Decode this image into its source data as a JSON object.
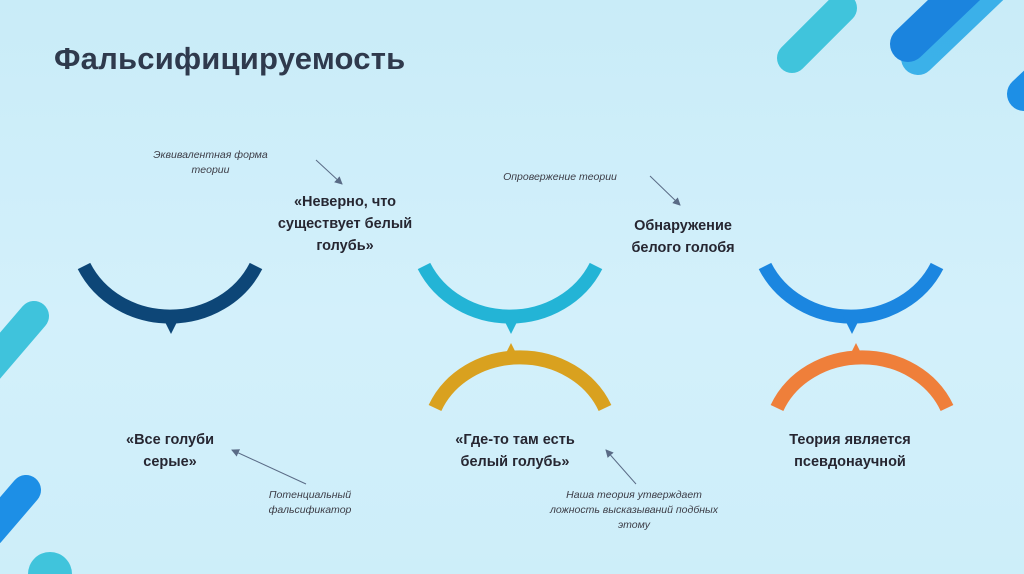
{
  "title": "Фальсифицируемость",
  "colors": {
    "arc_dark_blue": "#0d4677",
    "arc_teal": "#23b4d6",
    "arc_blue": "#1b86e0",
    "arc_gold": "#d9a11f",
    "arc_orange": "#ef7f3a",
    "deco_blue": "#1d8fe6",
    "deco_cyan": "#3fc3dc"
  },
  "statements": {
    "not_exists": "«Неверно, что существует белый голубь»",
    "discovery": "Обнаружение белого голобя",
    "all_grey": "«Все голуби серые»",
    "somewhere": "«Где-то там есть белый голубь»",
    "pseudo": "Теория является псевдонаучной"
  },
  "annotations": {
    "equivalent": "Эквивалентная форма теории",
    "refutation": "Опровержение теории",
    "potential": "Потенциальный фальсификатор",
    "claims": "Наша теория утверждает ложность высказываний подбных этому"
  }
}
